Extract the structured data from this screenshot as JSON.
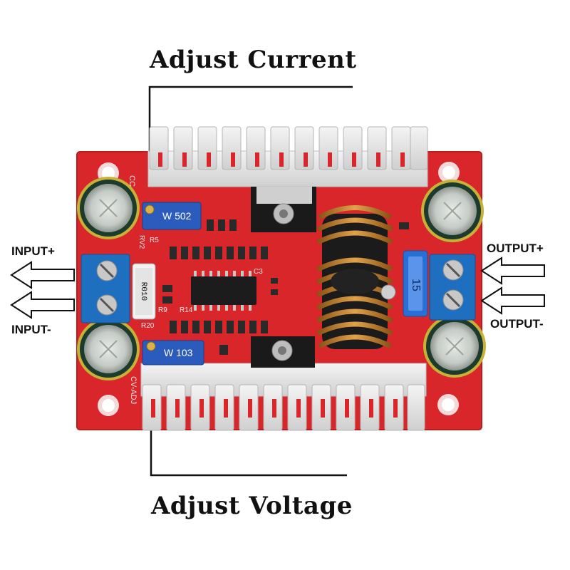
{
  "callouts": {
    "top": "Adjust Current",
    "bottom": "Adjust Voltage"
  },
  "terminals": {
    "input_plus": "INPUT+",
    "input_minus": "INPUT-",
    "output_plus": "OUTPUT+",
    "output_minus": "OUTPUT-"
  },
  "board": {
    "pot_current": "W 502",
    "pot_voltage": "W 103",
    "shunt": "R010",
    "silk_cc": "CC",
    "silk_cvadj": "CV-ADJ",
    "fuse": "15",
    "rv2": "RV2",
    "r5": "R5",
    "r9": "R9",
    "r20": "R20",
    "r14": "R14",
    "c3": "C3"
  },
  "colors": {
    "pcb": "#d8262b",
    "heatsink": "#e6e6e6",
    "terminal": "#1f6fc0",
    "capacitor": "#1d3b2c",
    "coil": "#c9862e"
  }
}
